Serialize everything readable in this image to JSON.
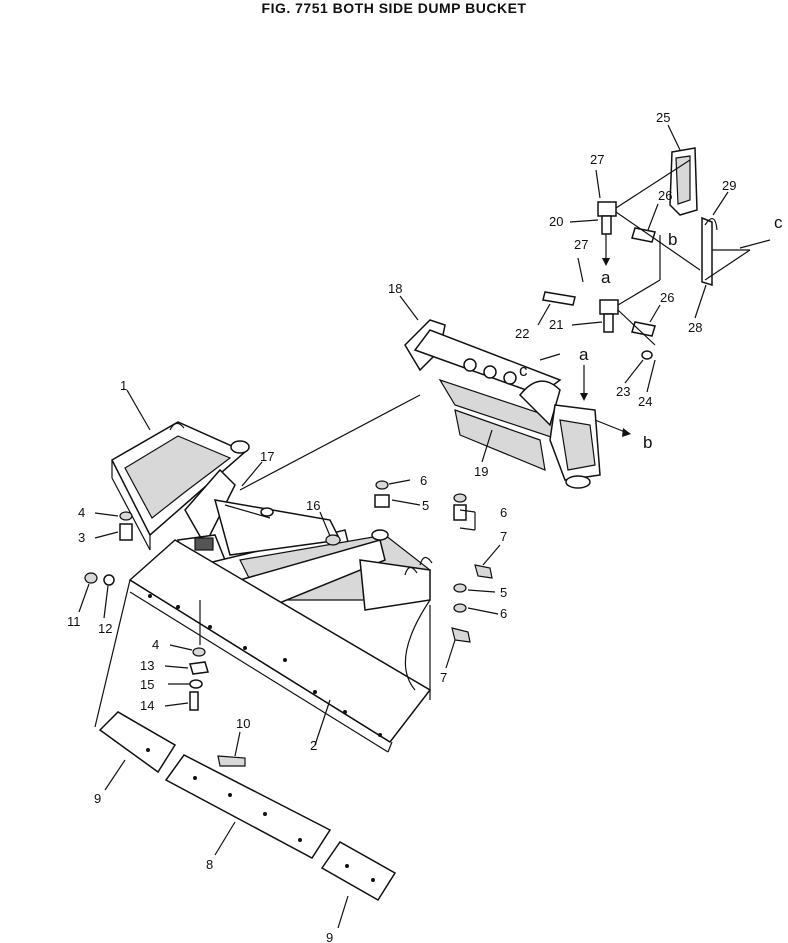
{
  "title": "FIG. 7751  BOTH SIDE DUMP BUCKET",
  "callouts": [
    "1",
    "2",
    "3",
    "4",
    "4",
    "5",
    "5",
    "6",
    "6",
    "6",
    "7",
    "7",
    "8",
    "9",
    "9",
    "10",
    "11",
    "12",
    "13",
    "14",
    "15",
    "16",
    "17",
    "18",
    "19",
    "20",
    "21",
    "22",
    "23",
    "24",
    "25",
    "26",
    "26",
    "27",
    "27",
    "28",
    "29"
  ],
  "ref_letters": [
    "a",
    "a",
    "b",
    "b",
    "c",
    "c"
  ]
}
